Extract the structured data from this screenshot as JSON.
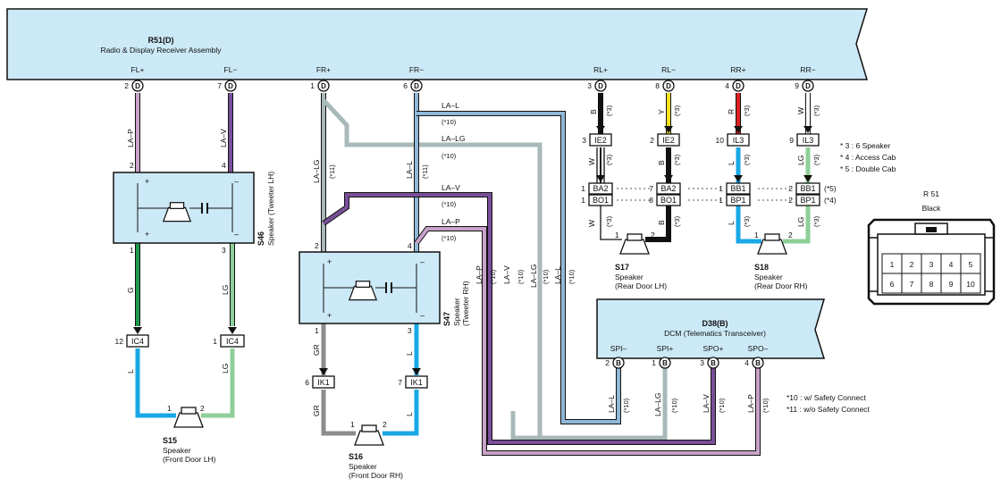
{
  "colors": {
    "box_fill": "#cce9f7",
    "line": "#111111",
    "w_LA_P": "#c8a2c8",
    "w_LA_V": "#7a4f9a",
    "w_LA_LG": "#a9b8b8",
    "w_LA_L": "#8fb8d8",
    "w_G": "#1e9a4a",
    "w_LG": "#8ecf98",
    "w_L": "#1aa7e6",
    "w_GR": "#8c8c8c",
    "w_B": "#111111",
    "w_Y": "#f2e21b",
    "w_R": "#e02020",
    "w_W": "#ffffff"
  },
  "radio": {
    "code": "R51(D)",
    "name": "Radio & Display Receiver Assembly",
    "pins": [
      {
        "signal": "FL+",
        "num": "2",
        "conn": "D"
      },
      {
        "signal": "FL−",
        "num": "7",
        "conn": "D"
      },
      {
        "signal": "FR+",
        "num": "1",
        "conn": "D"
      },
      {
        "signal": "FR−",
        "num": "6",
        "conn": "D"
      },
      {
        "signal": "RL+",
        "num": "3",
        "conn": "D"
      },
      {
        "signal": "RL−",
        "num": "8",
        "conn": "D"
      },
      {
        "signal": "RR+",
        "num": "4",
        "conn": "D"
      },
      {
        "signal": "RR−",
        "num": "9",
        "conn": "D"
      }
    ]
  },
  "wire_colors": {
    "la_p": "LA–P",
    "la_v": "LA–V",
    "la_lg": "LA–LG",
    "la_l": "LA–L",
    "g": "G",
    "lg": "LG",
    "l": "L",
    "gr": "GR",
    "b": "B",
    "y": "Y",
    "r": "R",
    "w": "W"
  },
  "notes": {
    "n3": "(*3)",
    "n4": "(*4)",
    "n5": "(*5)",
    "n10": "(*10)",
    "n11": "(*11)",
    "plus": "+",
    "minus": "–"
  },
  "speakers": {
    "s46": {
      "code": "S46",
      "name": "Speaker (Tweeter LH)",
      "pin_top_left": "2",
      "pin_top_right": "4",
      "pin_bot_left": "1",
      "pin_bot_right": "3"
    },
    "s47": {
      "code": "S47",
      "name": "Speaker",
      "sub": "(Tweeter RH)",
      "pin_top_left": "2",
      "pin_top_right": "4",
      "pin_bot_left": "1",
      "pin_bot_right": "3"
    },
    "s15": {
      "code": "S15",
      "name": "Speaker",
      "sub": "(Front Door LH)",
      "pin1": "1",
      "pin2": "2"
    },
    "s16": {
      "code": "S16",
      "name": "Speaker",
      "sub": "(Front Door RH)",
      "pin1": "1",
      "pin2": "2"
    },
    "s17": {
      "code": "S17",
      "name": "Speaker",
      "sub": "(Rear Door LH)",
      "pin1": "1",
      "pin2": "2"
    },
    "s18": {
      "code": "S18",
      "name": "Speaker",
      "sub": "(Rear Door RH)",
      "pin1": "1",
      "pin2": "2"
    }
  },
  "connectors": {
    "ic4a": {
      "label": "IC4",
      "pin": "12"
    },
    "ic4b": {
      "label": "IC4",
      "pin": "1"
    },
    "ik1a": {
      "label": "IK1",
      "pin": "6"
    },
    "ik1b": {
      "label": "IK1",
      "pin": "7"
    },
    "ie2a": {
      "label": "IE2",
      "pin": "3"
    },
    "ie2b": {
      "label": "IE2",
      "pin": "2"
    },
    "il3a": {
      "label": "IL3",
      "pin": "10"
    },
    "il3b": {
      "label": "IL3",
      "pin": "9"
    },
    "ba2a": {
      "label": "BA2",
      "pin": "1"
    },
    "bo1a": {
      "label": "BO1",
      "pin": "1"
    },
    "ba2b": {
      "label": "BA2",
      "pin": "7"
    },
    "bo1b": {
      "label": "BO1",
      "pin": "8"
    },
    "bb1a": {
      "label": "BB1",
      "pin": "1"
    },
    "bp1a": {
      "label": "BP1",
      "pin": "1"
    },
    "bb1b": {
      "label": "BB1",
      "pin": "2"
    },
    "bp1b": {
      "label": "BP1",
      "pin": "2"
    }
  },
  "dcm": {
    "code": "D38(B)",
    "name": "DCM (Telematics Transceiver)",
    "pins": [
      {
        "signal": "SPI–",
        "num": "2",
        "conn": "B"
      },
      {
        "signal": "SPI+",
        "num": "1",
        "conn": "B"
      },
      {
        "signal": "SPO+",
        "num": "3",
        "conn": "B"
      },
      {
        "signal": "SPO–",
        "num": "4",
        "conn": "B"
      }
    ]
  },
  "legend_top": [
    "* 3 : 6 Speaker",
    "* 4 : Access Cab",
    "* 5 : Double Cab"
  ],
  "legend_bottom": [
    "*10 : w/ Safety Connect",
    "*11 : w/o Safety Connect"
  ],
  "r51_view": {
    "code": "R 51",
    "color": "Black",
    "pins": [
      "1",
      "2",
      "3",
      "4",
      "5",
      "6",
      "7",
      "8",
      "9",
      "10"
    ]
  }
}
